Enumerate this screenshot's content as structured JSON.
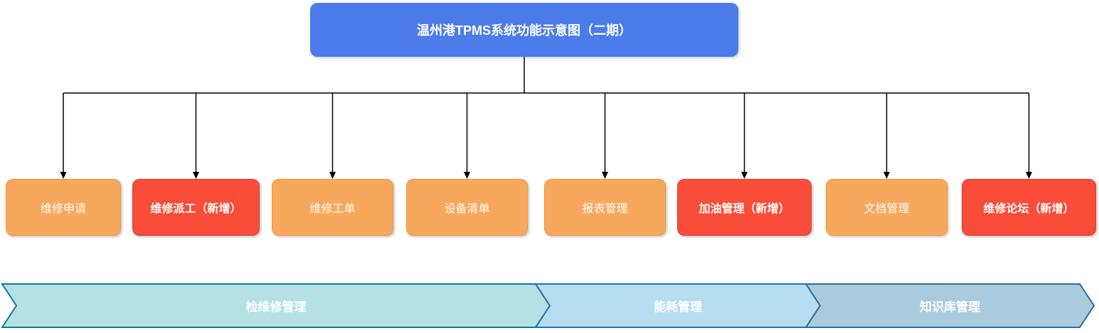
{
  "diagram": {
    "title": {
      "label": "温州港TPMS系统功能示意图（二期）",
      "bg_color": "#4c7cea",
      "text_color": "#ffffff"
    },
    "nodes": [
      {
        "label": "维修申请",
        "type": "existing"
      },
      {
        "label": "维修派工（新增）",
        "type": "new"
      },
      {
        "label": "维修工单",
        "type": "existing"
      },
      {
        "label": "设备清单",
        "type": "existing"
      },
      {
        "label": "报表管理",
        "type": "existing"
      },
      {
        "label": "加油管理（新增）",
        "type": "new"
      },
      {
        "label": "文档管理",
        "type": "existing"
      },
      {
        "label": "维修论坛（新增）",
        "type": "new"
      }
    ],
    "node_colors": {
      "existing_fill": "#f8a85c",
      "existing_border": "#e8943f",
      "new_fill": "#f94c39",
      "new_border": "#e03c2a",
      "text": "#ffffff"
    },
    "banners": [
      {
        "label": "检维修管理",
        "fill": "#b5e1e4",
        "border": "#0f7c8c"
      },
      {
        "label": "能耗管理",
        "fill": "#b7ddf1",
        "border": "#2273a8"
      },
      {
        "label": "知识库管理",
        "fill": "#aacbde",
        "border": "#2a6e9d"
      }
    ],
    "connector_color": "#000000"
  }
}
